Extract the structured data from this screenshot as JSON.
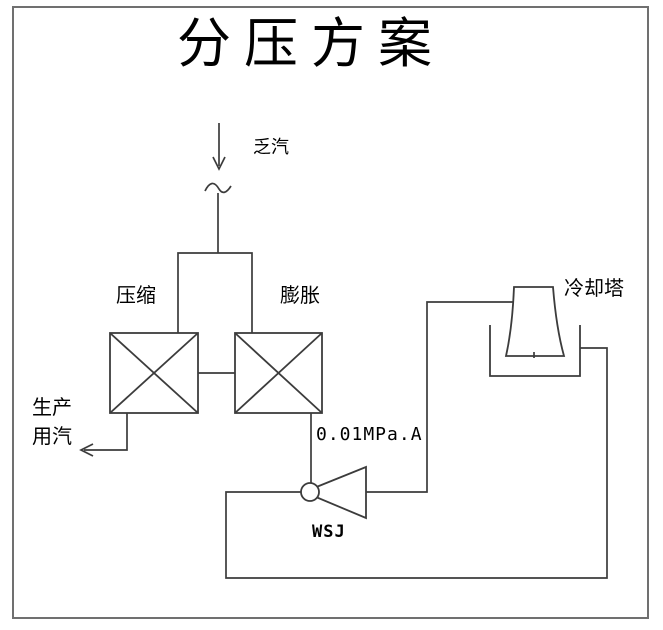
{
  "page": {
    "title": "分压方案",
    "background": "#ffffff",
    "border_color": "#707070",
    "line_color": "#3c3c3c",
    "text_color": "#000000"
  },
  "labels": {
    "exhaust_steam": "乏汽",
    "compressor": "压缩",
    "expander": "膨胀",
    "production_steam": [
      "生产",
      "用汽"
    ],
    "pressure": "0.01MPa.A",
    "water_jet_ejector": "WSJ",
    "cooling_tower": "冷却塔"
  }
}
